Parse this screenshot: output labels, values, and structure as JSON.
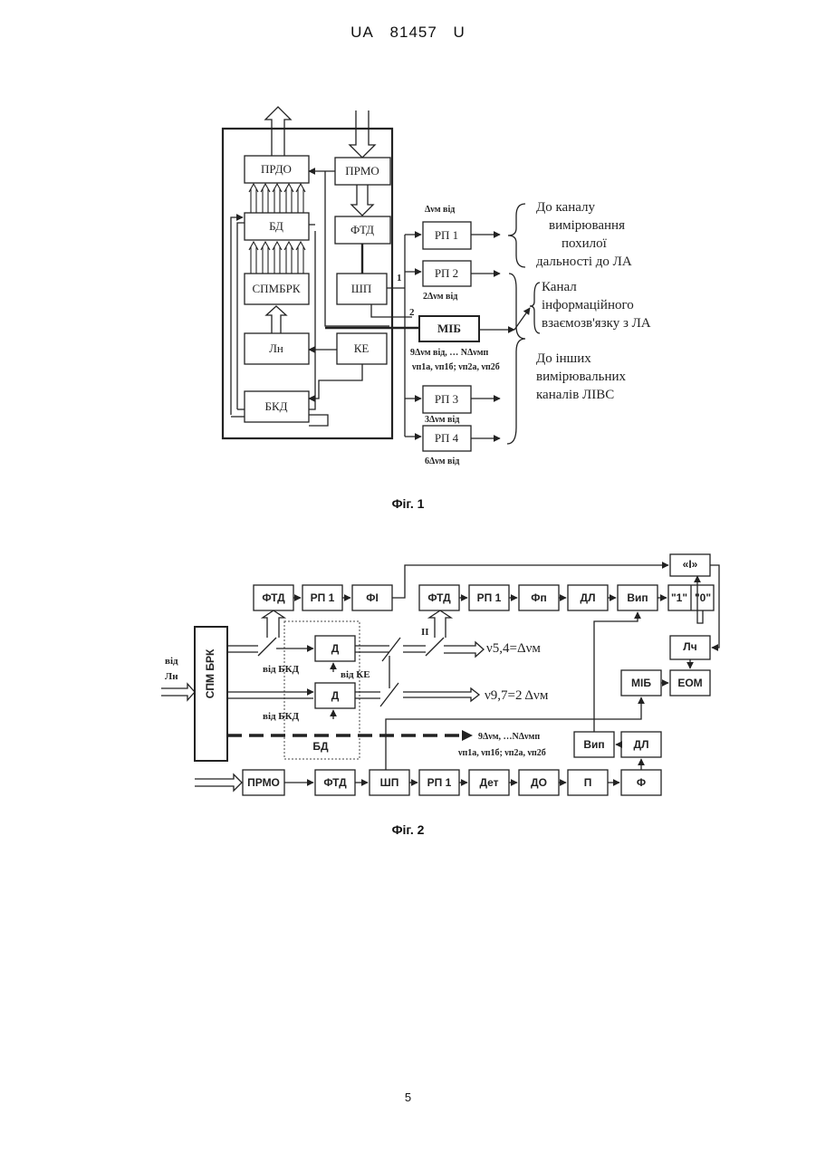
{
  "header": {
    "country": "UA",
    "number": "81457",
    "kind": "U"
  },
  "fig1": {
    "caption": "Фіг. 1",
    "blocks": {
      "prdo": "ПРДО",
      "prmo": "ПРМО",
      "bd": "БД",
      "ftd": "ФТД",
      "spmbrk": "СПМБРК",
      "shp": "ШП",
      "ln": "Лн",
      "ke": "КЕ",
      "mib": "МІБ",
      "bkd": "БКД",
      "rp1": "РП 1",
      "rp2": "РП 2",
      "rp3": "РП 3",
      "rp4": "РП 4"
    },
    "freq": {
      "rp1": "Δνм від",
      "rp2": "2Δνм від",
      "mib": "9Δνм від, … NΔνмп",
      "mib2": "νп1а, νп1б; νп2а, νп2б",
      "rp3": "3Δνм від",
      "rp4": "6Δνм від"
    },
    "nums": {
      "n1": "1",
      "n2": "2"
    },
    "notes": {
      "a": [
        "До каналу",
        "вимірювання",
        "похилої",
        "дальності до ЛА"
      ],
      "b": [
        "Канал",
        "інформаційного",
        "взаємозв'язку з ЛА"
      ],
      "c": [
        "До інших",
        "вимірювальних",
        "каналів ЛІВС"
      ]
    }
  },
  "fig2": {
    "caption": "Фіг. 2",
    "blocks": {
      "ftd1": "ФТД",
      "rp1a": "РП 1",
      "fi": "ФІ",
      "ftd2": "ФТД",
      "rp1b": "РП 1",
      "fp": "Фп",
      "dl1": "ДЛ",
      "vip1": "Вип",
      "and": "«І»",
      "one": "\"1\"",
      "zero": "\"0\"",
      "lch": "Лч",
      "mib": "МІБ",
      "eom": "ЕОМ",
      "d1": "Д",
      "d2": "Д",
      "spmbrk": "СПМ БРК",
      "bd": "БД",
      "vip2": "Вип",
      "dl2": "ДЛ",
      "prmo": "ПРМО",
      "ftd3": "ФТД",
      "shp": "ШП",
      "rp1c": "РП 1",
      "det": "Дет",
      "do": "ДО",
      "p": "П",
      "f": "Ф"
    },
    "labels": {
      "vid": "від",
      "ln": "Лн",
      "vid_bkd1": "від БКД",
      "vid_ke": "від КЕ",
      "vid_bkd2": "від БКД",
      "ii": "II",
      "nu54": "ν5,4=Δνм",
      "nu97": "ν9,7=2 Δνм",
      "mib_freq": "9Δνм, …NΔνмп",
      "mib_freq2": "νп1а, νп1б; νп2а, νп2б"
    }
  },
  "page_number": "5"
}
